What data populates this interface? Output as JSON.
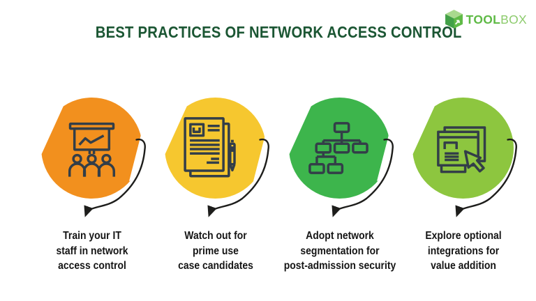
{
  "header": {
    "title": "BEST PRACTICES OF NETWORK ACCESS CONTROL",
    "logo": {
      "brand_bold": "TOOL",
      "brand_light": "BOX",
      "icon": "toolbox-cube-icon"
    }
  },
  "colors": {
    "title_green": "#1B5633",
    "logo_green": "#5FBA46",
    "logo_green_light": "#8CCB6C",
    "logo_green_dark": "#42A048",
    "logo_green_top": "#A9D98E",
    "icon_stroke": "#333E48",
    "arrow_black": "#1D1D1B",
    "text_dark": "#151515"
  },
  "steps": [
    {
      "name": "train-it-staff",
      "icon": "presentation-training-icon",
      "color": "#F2901E",
      "label": "Train your IT\nstaff in network\naccess control"
    },
    {
      "name": "prime-use-cases",
      "icon": "document-checklist-icon",
      "color": "#F6C72F",
      "label": "Watch out for\nprime use\ncase candidates"
    },
    {
      "name": "network-segmentation",
      "icon": "network-tree-icon",
      "color": "#3DB54C",
      "label": "Adopt network\nsegmentation for\npost-admission security"
    },
    {
      "name": "optional-integrations",
      "icon": "browser-cursor-icon",
      "color": "#8DC63F",
      "label": "Explore optional\nintegrations for\nvalue addition"
    }
  ]
}
